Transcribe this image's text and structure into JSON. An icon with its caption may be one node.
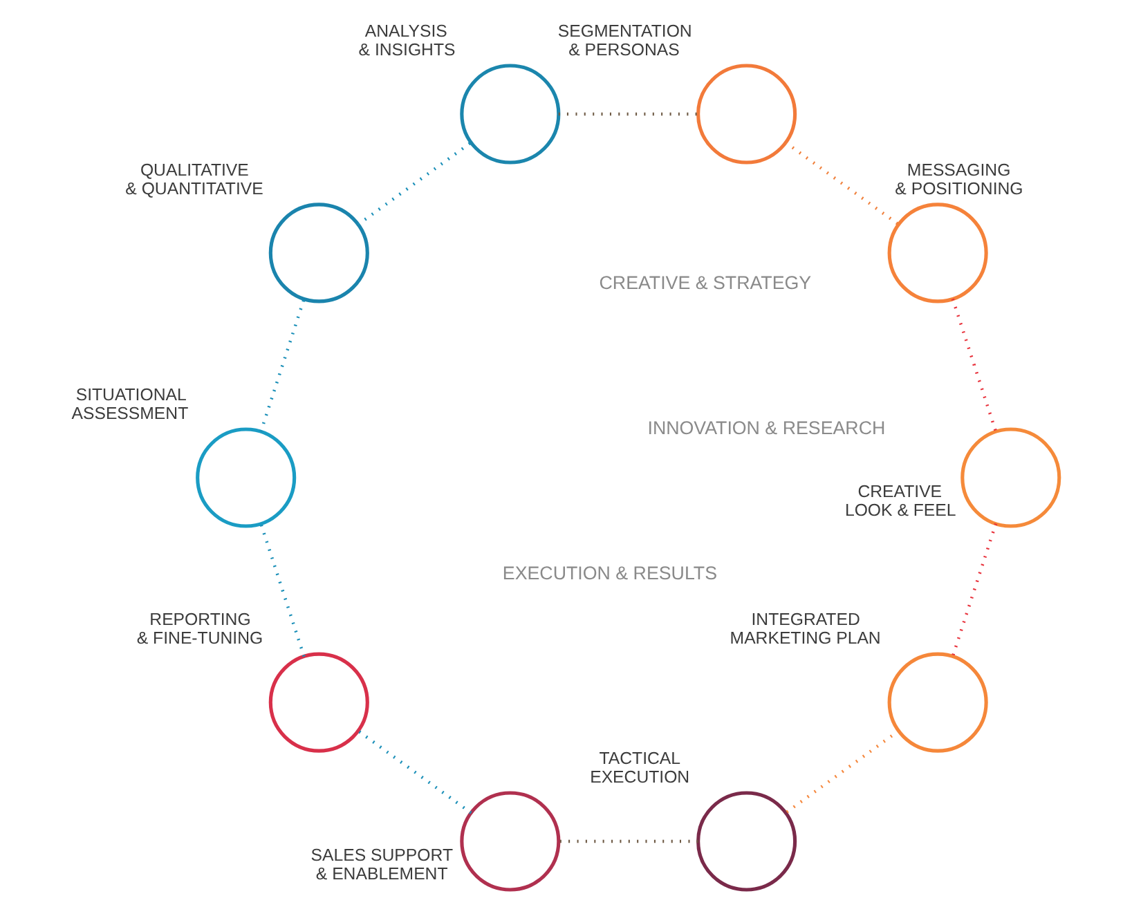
{
  "diagram": {
    "nodes": [
      {
        "text": [],
        "shape": "circle",
        "beside": [
          "ANALYSIS & INSIGHTS"
        ]
      },
      {
        "text": [],
        "shape": "circle",
        "beside": [
          "SEGMENTATION & PERSONAS"
        ]
      },
      {
        "text": [],
        "shape": "circle",
        "beside": [
          "MESSAGING & POSITIONING"
        ]
      },
      {
        "text": [],
        "shape": "circle",
        "beside": [
          "CREATIVE LOOK & FEEL"
        ]
      },
      {
        "text": [],
        "shape": "circle",
        "beside": [
          "INTEGRATED MARKETING PLAN"
        ]
      },
      {
        "text": [],
        "shape": "circle",
        "beside": [
          "TACTICAL EXECUTION"
        ]
      },
      {
        "text": [],
        "shape": "circle",
        "beside": [
          "SALES SUPPORT & ENABLEMENT"
        ]
      },
      {
        "text": [],
        "shape": "circle",
        "beside": [
          "REPORTING & FINE-TUNING"
        ]
      },
      {
        "text": [],
        "shape": "circle",
        "beside": [
          "SITUATIONAL ASSESSMENT"
        ]
      },
      {
        "text": [],
        "shape": "circle",
        "beside": [
          "QUALITATIVE & QUANTITATIVE"
        ]
      }
    ],
    "edges": [
      {
        "from": 0,
        "to": 1,
        "arrow": "none",
        "color": "#6e5a45"
      },
      {
        "from": 1,
        "to": 2,
        "arrow": "none",
        "color": "#f0803c"
      },
      {
        "from": 2,
        "to": 3,
        "arrow": "none",
        "color": "#e8323c"
      },
      {
        "from": 3,
        "to": 4,
        "arrow": "none",
        "color": "#e8323c"
      },
      {
        "from": 4,
        "to": 5,
        "arrow": "none",
        "color": "#f5873c"
      },
      {
        "from": 5,
        "to": 6,
        "arrow": "none",
        "color": "#6e5a45"
      },
      {
        "from": 6,
        "to": 7,
        "arrow": "none"
      },
      {
        "from": 7,
        "to": 8,
        "arrow": "none"
      },
      {
        "from": 8,
        "to": 9,
        "arrow": "none"
      },
      {
        "from": 9,
        "to": 0,
        "arrow": "none"
      }
    ],
    "labels": [
      "INNOVATION & RESEARCH",
      "CREATIVE & STRATEGY",
      "EXECUTION & RESULTS"
    ]
  }
}
